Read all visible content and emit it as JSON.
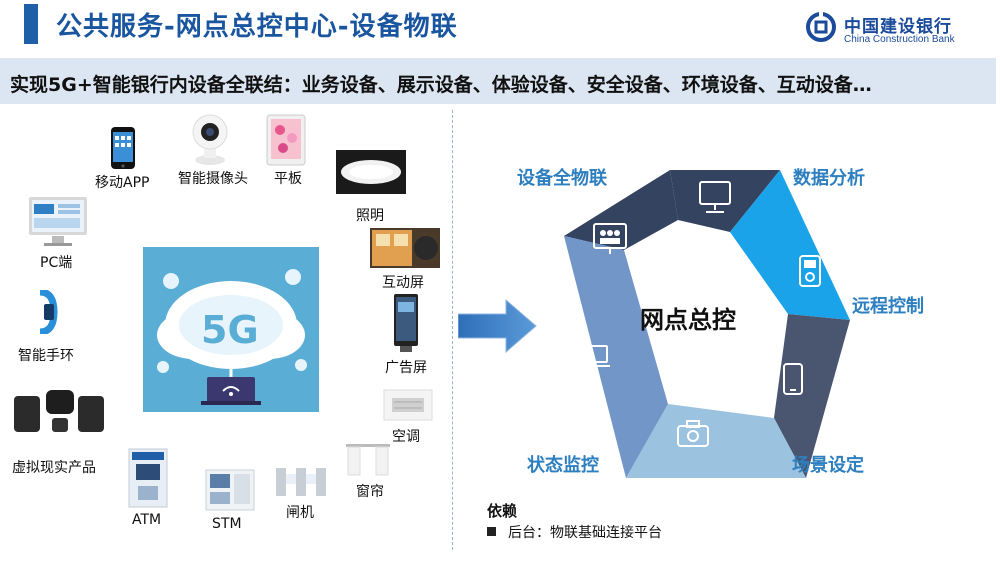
{
  "header": {
    "title": "公共服务-网点总控中心-设备物联",
    "logo_cn": "中国建设银行",
    "logo_en": "China Construction Bank"
  },
  "banner": {
    "text": "实现5G+智能银行内设备全联结：业务设备、展示设备、体验设备、安全设备、环境设备、互动设备…"
  },
  "devices": {
    "mobile_app": "移动APP",
    "camera": "智能摄像头",
    "tablet": "平板",
    "lighting": "照明",
    "pc": "PC端",
    "interactive_screen": "互动屏",
    "wristband": "智能手环",
    "ad_screen": "广告屏",
    "vr": "虚拟现实产品",
    "ac": "空调",
    "curtain": "窗帘",
    "atm": "ATM",
    "stm": "STM",
    "gate": "闸机"
  },
  "hexagon": {
    "center": "网点总控",
    "labels": {
      "top_left": "设备全物联",
      "top_right": "数据分析",
      "right_top": "远程控制",
      "right_bottom": "场景设定",
      "bottom_left": "状态监控"
    },
    "colors": {
      "dark_navy": "#34435f",
      "blue": "#1aa3e8",
      "mid_blue": "#7396c8",
      "light_blue": "#9bc3df",
      "slate": "#4a5570"
    }
  },
  "dependency": {
    "title": "依赖",
    "item": "后台：物联基础连接平台"
  }
}
